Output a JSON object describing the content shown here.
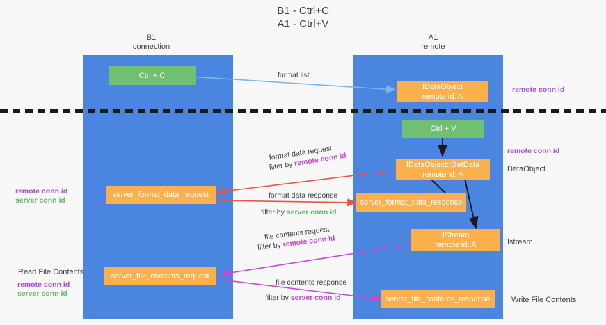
{
  "title": "B1 - Ctrl+C\nA1 - Ctrl+V",
  "lanes": [
    {
      "id": "b1",
      "header": "B1\nconnection"
    },
    {
      "id": "a1",
      "header": "A1\nremote"
    }
  ],
  "nodes": {
    "ctrl_c": "Ctrl + C",
    "idataobject": "IDataObject\nremote id: A",
    "ctrl_v": "Ctrl + V",
    "getdata": "IDataObject::GetData\nremote id: A",
    "server_format_data_request": "server_format_data_request",
    "server_format_data_response": "server_format_data_response",
    "istream": "IStream\nremote id: A",
    "server_file_contents_request": "server_file_contents_request",
    "server_file_contents_response": "server_file_contents_response"
  },
  "edge_labels": {
    "format_list": "format list",
    "format_data_request": "format data request",
    "format_data_request_filter_prefix": "filter by ",
    "format_data_request_filter_key": "remote conn id",
    "format_data_response": "format data response",
    "format_data_response_filter_prefix": "filter by ",
    "format_data_response_filter_key": "server conn id",
    "file_contents_request": "file contents request",
    "file_contents_request_filter_prefix": "filter by ",
    "file_contents_request_filter_key": "remote conn id",
    "file_contents_response": "file contents response",
    "file_contents_response_filter_prefix": "filter by ",
    "file_contents_response_filter_key": "server conn id"
  },
  "side_labels": {
    "right_remote_conn_id_top": "remote conn id",
    "right_remote_conn_id_mid": "remote conn id",
    "right_dataobject": "DataObject",
    "right_istream": "Istream",
    "right_write_file_contents": "Write File Contents",
    "left_remote_conn_id": "remote conn id",
    "left_server_conn_id": "server conn id",
    "left_read_file_contents": "Read File Contents",
    "left_remote_conn_id_2": "remote conn id",
    "left_server_conn_id_2": "server conn id"
  },
  "colors": {
    "lane": "#4a86e0",
    "node_green": "#70bf73",
    "node_orange": "#fbb04c",
    "purple": "#a14fd0",
    "green": "#63b968",
    "magenta": "#c44ad0",
    "arrow_blue": "#7ab8e8",
    "arrow_red": "#e8564a",
    "arrow_black": "#1a1a1a",
    "background": "#f7f7f7"
  }
}
